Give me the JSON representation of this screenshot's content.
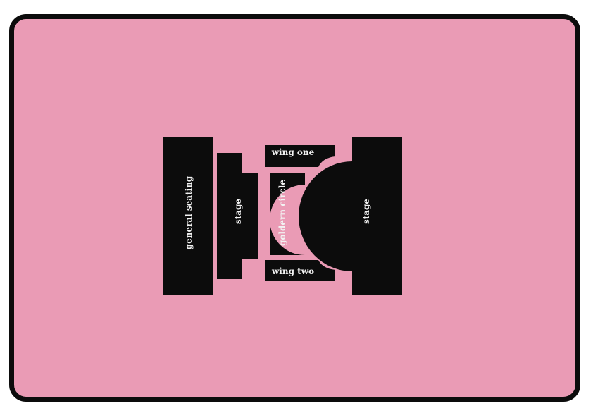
{
  "colors": {
    "background": "#ea9bb5",
    "border": "#0c0c0c",
    "block": "#0c0c0c",
    "label": "#f2f2f2"
  },
  "sections": {
    "general_seating": "general seating",
    "stage_left": "stage",
    "wing_one": "wing one",
    "goldern_circle": "goldern circle",
    "wing_two": "wing two",
    "stage_right": "stage"
  }
}
